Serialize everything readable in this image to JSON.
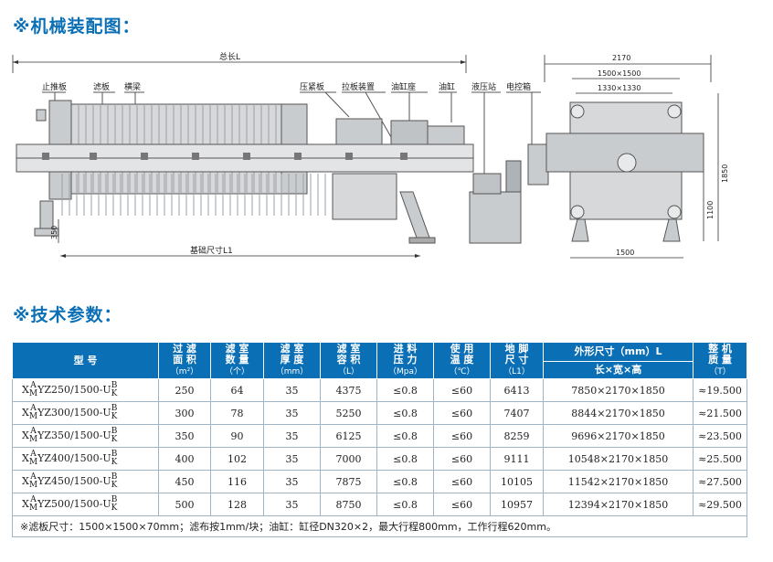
{
  "titles": {
    "machine": "※机械装配图：",
    "tech": "※技术参数："
  },
  "drawing": {
    "labels": {
      "total_length": "总长L",
      "foundation": "基础尺寸L1",
      "push_plate": "止推板",
      "filter_plate": "滤板",
      "beam": "横梁",
      "press_plate": "压紧板",
      "pull_device": "拉板装置",
      "cyl_seat": "油缸座",
      "cylinder": "油缸",
      "hyd_station": "液压站",
      "control_box": "电控箱"
    },
    "dims": {
      "height_350": "350",
      "width_2170": "2170",
      "plate_1500": "1500×1500",
      "plate_1330": "1330×1330",
      "height_1850": "1850",
      "height_1100": "1100",
      "base_1500": "1500"
    }
  },
  "table": {
    "headers": {
      "model": "型 号",
      "area": [
        "过 滤",
        "面 积",
        "（m²）"
      ],
      "qty": [
        "滤 室",
        "数 量",
        "（个）"
      ],
      "thick": [
        "滤 室",
        "厚 度",
        "（mm）"
      ],
      "vol": [
        "滤 室",
        "容 积",
        "（L）"
      ],
      "press": [
        "进 料",
        "压 力",
        "（Mpa）"
      ],
      "temp": [
        "使 用",
        "温 度",
        "（℃）"
      ],
      "base": [
        "地 脚",
        "尺 寸",
        "（L1）"
      ],
      "outer": "外形尺寸（mm）L",
      "outer_sub": "长×宽×高",
      "weight": [
        "整 机",
        "质 量",
        "（T）"
      ]
    },
    "rows": [
      {
        "m_pre": "X",
        "m_a": "A",
        "m_b": "M",
        "m_mid": "YZ250/1500-U",
        "m_c": "B",
        "m_d": "K",
        "area": "250",
        "qty": "64",
        "thick": "35",
        "vol": "4375",
        "press": "≤0.8",
        "temp": "≤60",
        "base": "6413",
        "outer": "7850×2170×1850",
        "weight": "≈19.500"
      },
      {
        "m_pre": "X",
        "m_a": "A",
        "m_b": "M",
        "m_mid": "YZ300/1500-U",
        "m_c": "B",
        "m_d": "K",
        "area": "300",
        "qty": "78",
        "thick": "35",
        "vol": "5250",
        "press": "≤0.8",
        "temp": "≤60",
        "base": "7407",
        "outer": "8844×2170×1850",
        "weight": "≈21.500"
      },
      {
        "m_pre": "X",
        "m_a": "A",
        "m_b": "M",
        "m_mid": "YZ350/1500-U",
        "m_c": "B",
        "m_d": "K",
        "area": "350",
        "qty": "90",
        "thick": "35",
        "vol": "6125",
        "press": "≤0.8",
        "temp": "≤60",
        "base": "8259",
        "outer": "9696×2170×1850",
        "weight": "≈23.500"
      },
      {
        "m_pre": "X",
        "m_a": "A",
        "m_b": "M",
        "m_mid": "YZ400/1500-U",
        "m_c": "B",
        "m_d": "K",
        "area": "400",
        "qty": "102",
        "thick": "35",
        "vol": "7000",
        "press": "≤0.8",
        "temp": "≤60",
        "base": "9111",
        "outer": "10548×2170×1850",
        "weight": "≈25.500"
      },
      {
        "m_pre": "X",
        "m_a": "A",
        "m_b": "M",
        "m_mid": "YZ450/1500-U",
        "m_c": "B",
        "m_d": "K",
        "area": "450",
        "qty": "116",
        "thick": "35",
        "vol": "7875",
        "press": "≤0.8",
        "temp": "≤60",
        "base": "10105",
        "outer": "11542×2170×1850",
        "weight": "≈27.500"
      },
      {
        "m_pre": "X",
        "m_a": "A",
        "m_b": "M",
        "m_mid": "YZ500/1500-U",
        "m_c": "B",
        "m_d": "K",
        "area": "500",
        "qty": "128",
        "thick": "35",
        "vol": "8750",
        "press": "≤0.8",
        "temp": "≤60",
        "base": "10957",
        "outer": "12394×2170×1850",
        "weight": "≈29.500"
      }
    ],
    "note": "※滤板尺寸：1500×1500×70mm；滤布按1mm/块；油缸：缸径DN320×2，最大行程800mm，工作行程620mm。"
  },
  "colors": {
    "accent": "#0b6fb5",
    "steel": "#c9cccf",
    "steel_dark": "#8e9397"
  }
}
